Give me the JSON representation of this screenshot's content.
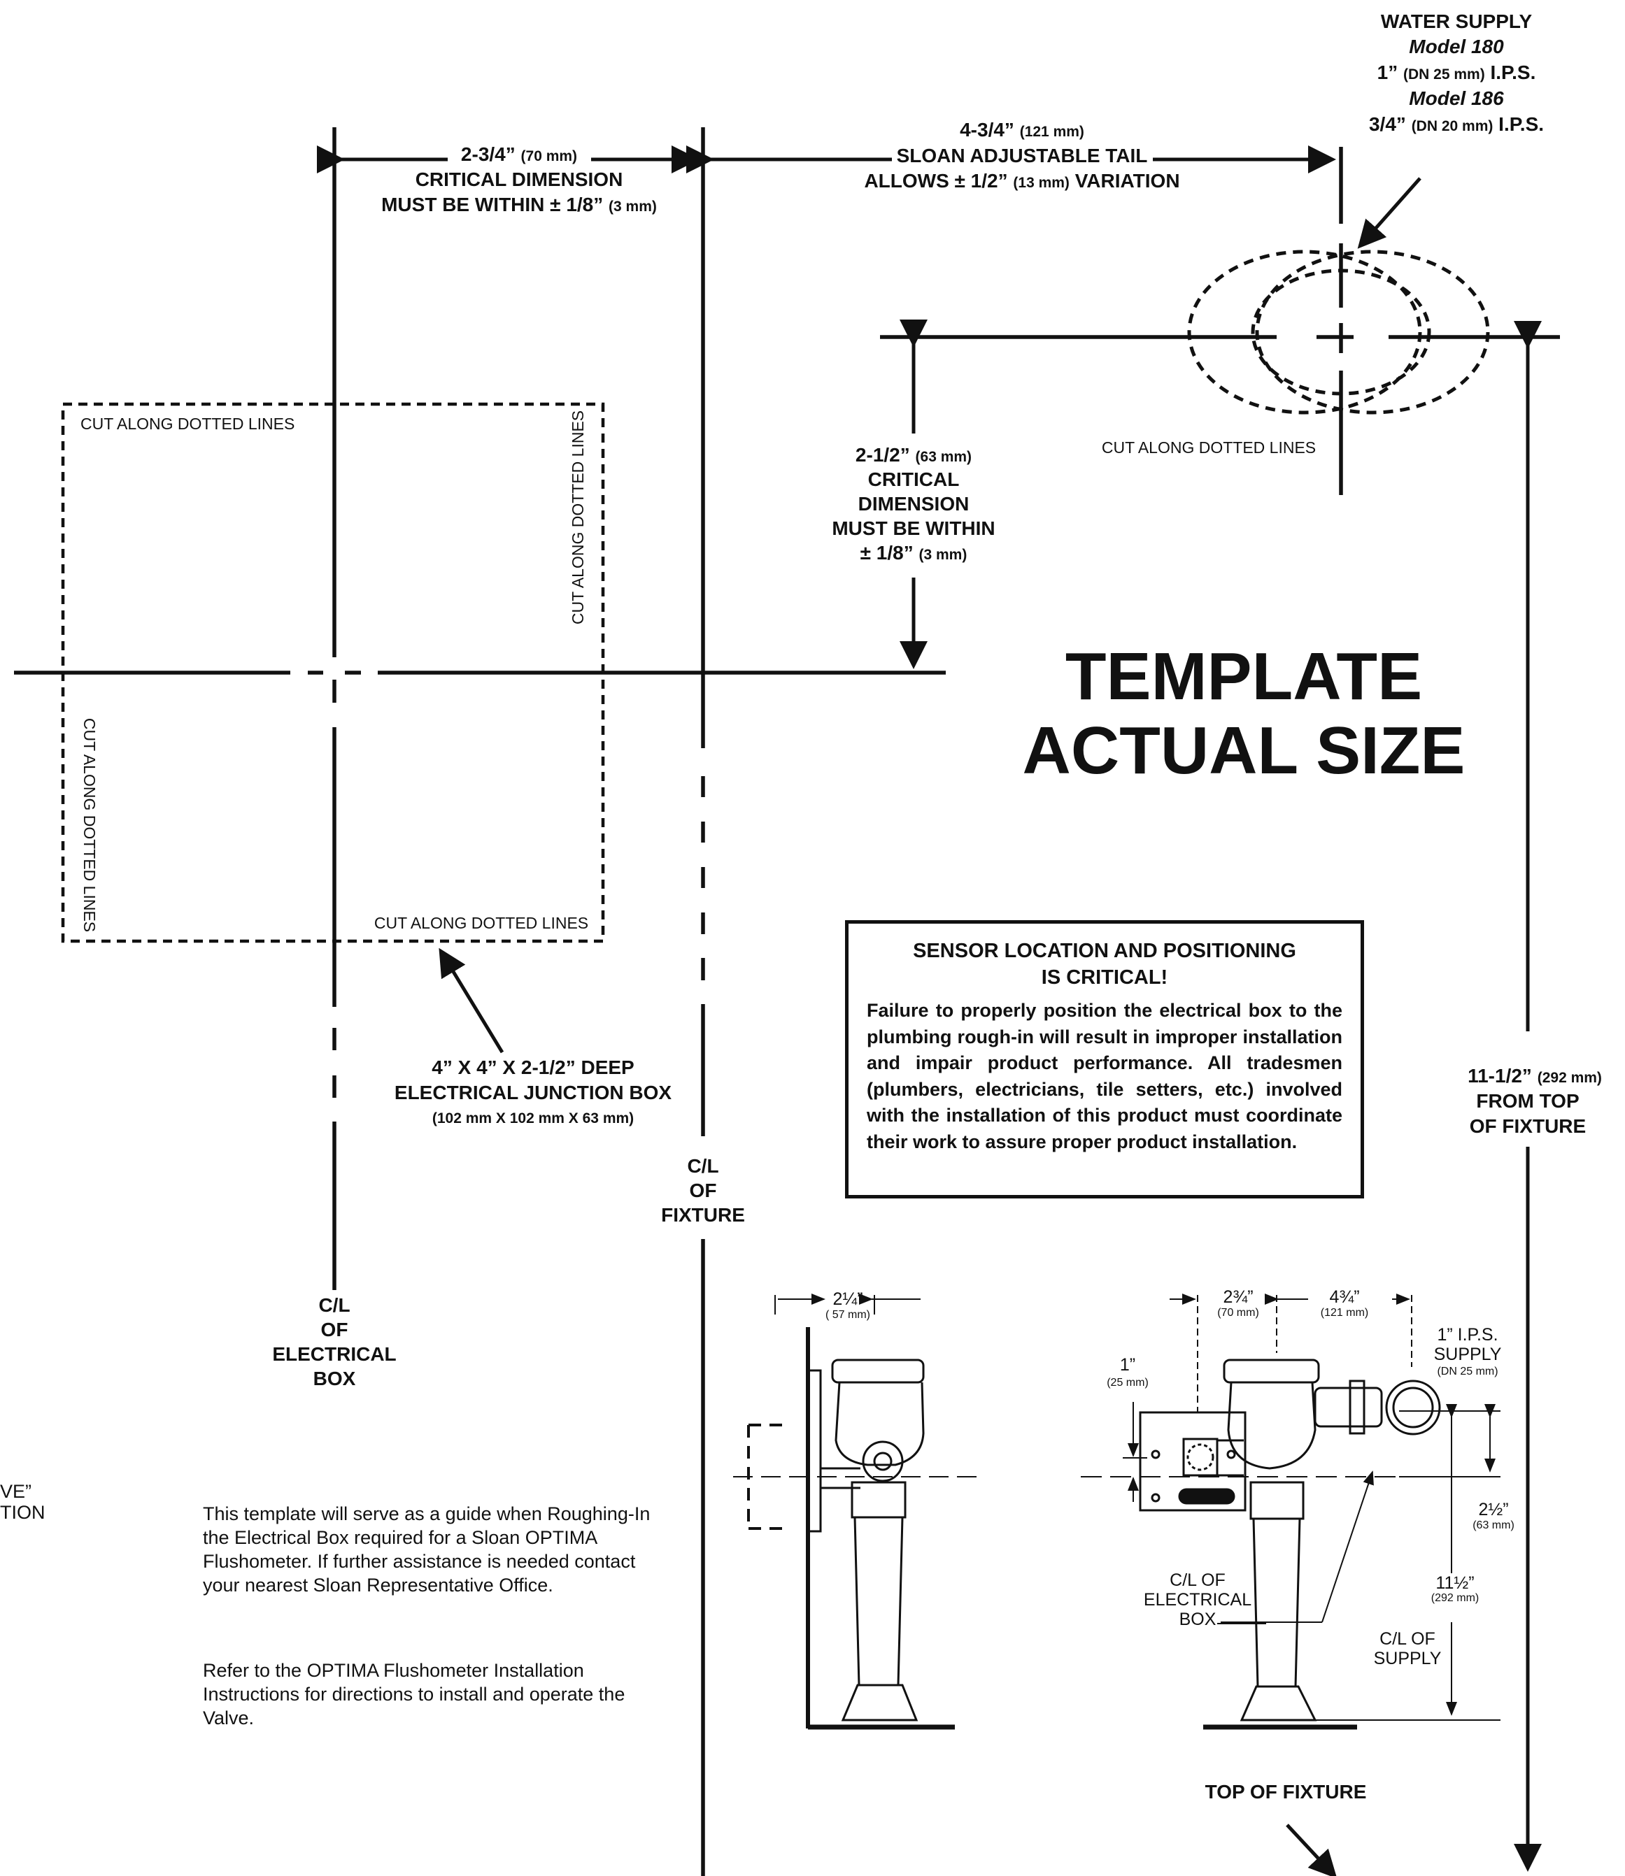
{
  "water_supply": {
    "title": "WATER SUPPLY",
    "model_a": "Model 180",
    "size_a_main": "1”",
    "size_a_metric": "(DN 25 mm)",
    "size_a_suffix": "I.P.S.",
    "model_b": "Model 186",
    "size_b_main": "3/4”",
    "size_b_metric": "(DN 20 mm)",
    "size_b_suffix": "I.P.S."
  },
  "dim_box_to_fixture": {
    "main": "2-3/4”",
    "metric": "(70 mm)",
    "line2": "CRITICAL DIMENSION",
    "line3_main": "MUST BE WITHIN ± 1/8”",
    "line3_metric": "(3 mm)"
  },
  "dim_fixture_to_supply": {
    "main": "4-3/4”",
    "metric": "(121 mm)",
    "line2": "SLOAN ADJUSTABLE TAIL",
    "line3_a": "ALLOWS ± 1/2”",
    "line3_metric": "(13 mm)",
    "line3_b": "VARIATION"
  },
  "dim_vertical": {
    "main": "2-1/2”",
    "metric": "(63 mm)",
    "line2": "CRITICAL",
    "line3": "DIMENSION",
    "line4": "MUST BE WITHIN",
    "line5_main": "± 1/8”",
    "line5_metric": "(3 mm)"
  },
  "cut_labels": {
    "box_top": "CUT ALONG DOTTED LINES",
    "box_right": "CUT ALONG DOTTED LINES",
    "box_left": "CUT ALONG DOTTED LINES",
    "box_bottom": "CUT ALONG DOTTED LINES",
    "supply": "CUT ALONG DOTTED LINES"
  },
  "template_title": {
    "line1": "TEMPLATE",
    "line2": "ACTUAL SIZE"
  },
  "junction_box": {
    "line1": "4” X 4” X 2-1/2” DEEP",
    "line2": "ELECTRICAL JUNCTION BOX",
    "line3": "(102 mm X 102 mm X 63 mm)"
  },
  "cl_fixture": {
    "line1": "C/L",
    "line2": "OF",
    "line3": "FIXTURE"
  },
  "cl_box": {
    "line1": "C/L",
    "line2": "OF",
    "line3": "ELECTRICAL",
    "line4": "BOX"
  },
  "from_top": {
    "main": "11-1/2”",
    "metric": "(292 mm)",
    "line2": "FROM TOP",
    "line3": "OF FIXTURE"
  },
  "sensor_notice": {
    "title_line1": "SENSOR LOCATION AND POSITIONING",
    "title_line2": "IS CRITICAL!",
    "body": "Failure to properly position the electrical box to the plumbing rough-in will result in improper installation and impair product performance. All tradesmen (plumbers, electricians, tile setters, etc.) involved with the installation of this product must coordinate their work to assure proper product installation."
  },
  "left_edge_fragment": {
    "line1": "VE”",
    "line2": "TION"
  },
  "paragraph_1": "This template will serve as a guide when Roughing-In the Electrical Box required for a Sloan OPTIMA Flushometer. If further assistance is needed contact your nearest Sloan Representative Office.",
  "paragraph_2": "Refer to the OPTIMA Flushometer Installation Instructions for directions to install and operate the Valve.",
  "side_view": {
    "dim_main": "2¼”",
    "dim_metric": "( 57 mm)"
  },
  "front_view": {
    "dim_a_main": "2¾”",
    "dim_a_metric": "(70 mm)",
    "dim_b_main": "4¾”",
    "dim_b_metric": "(121 mm)",
    "dim_c_main": "1”",
    "dim_c_metric": "(25 mm)",
    "supply_line1": "1” I.P.S.",
    "supply_line2": "SUPPLY",
    "supply_line3": "(DN 25 mm)",
    "dim_d_main": "2½”",
    "dim_d_metric": "(63 mm)",
    "dim_e_main": "11½”",
    "dim_e_metric": "(292 mm)",
    "cl_box_line1": "C/L OF",
    "cl_box_line2": "ELECTRICAL",
    "cl_box_line3": "BOX",
    "cl_supply_line1": "C/L OF",
    "cl_supply_line2": "SUPPLY"
  },
  "top_of_fixture": "TOP OF FIXTURE"
}
